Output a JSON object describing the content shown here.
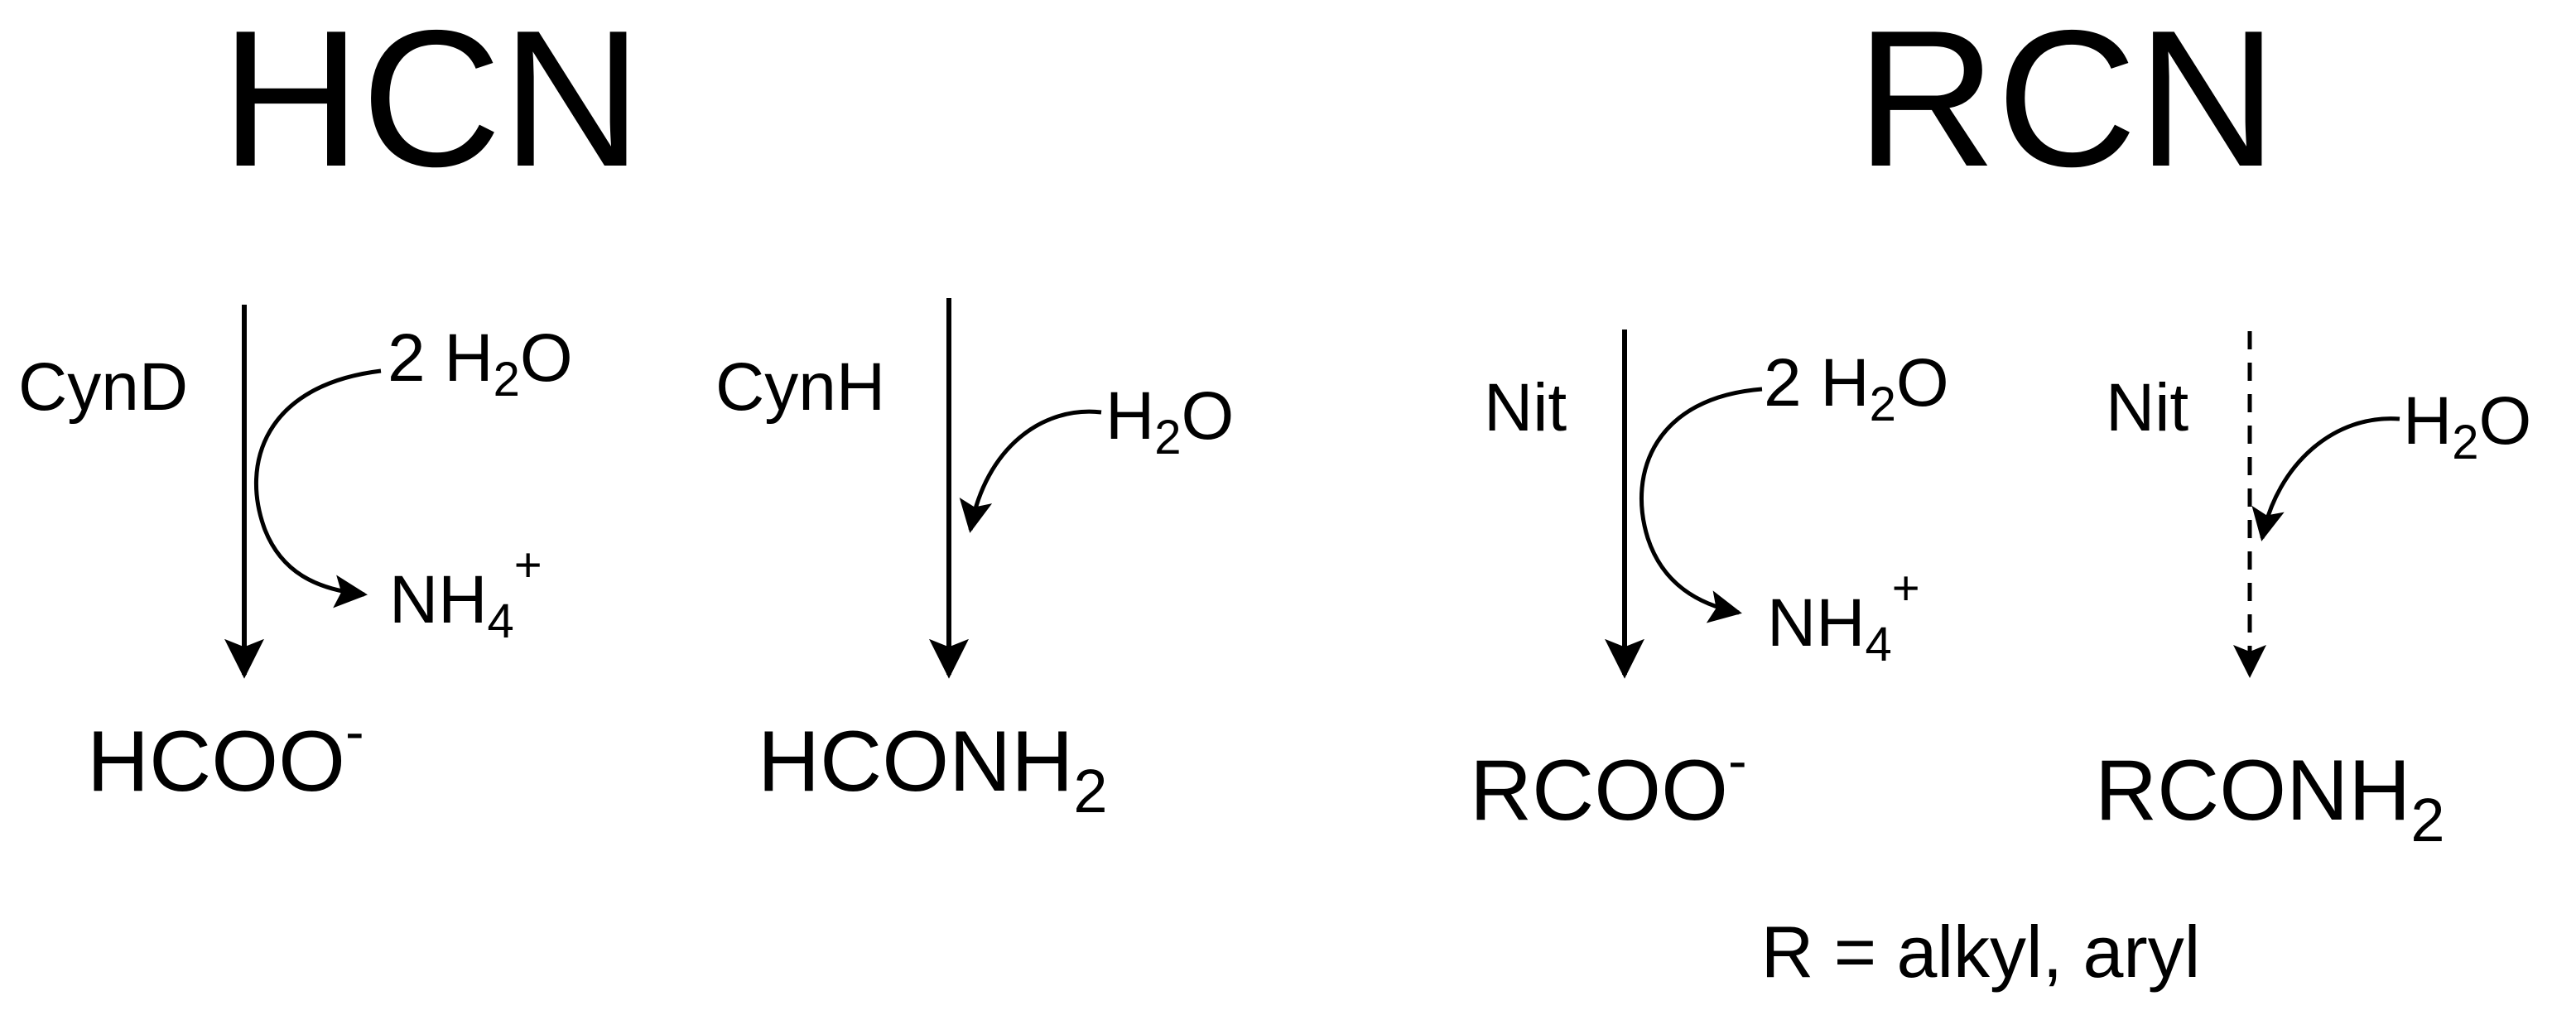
{
  "left": {
    "title": "HCN",
    "path1": {
      "enzyme": "CynD",
      "reagent": {
        "coef": "2 H",
        "sub": "2",
        "tail": "O"
      },
      "byproduct": {
        "main": "NH",
        "sub": "4",
        "sup": "+"
      },
      "product": {
        "main": "HCOO",
        "sup": "-"
      }
    },
    "path2": {
      "enzyme": "CynH",
      "reagent": {
        "main": "H",
        "sub": "2",
        "tail": "O"
      },
      "product": {
        "main": "HCONH",
        "sub": "2"
      }
    }
  },
  "right": {
    "title": "RCN",
    "path1": {
      "enzyme": "Nit",
      "reagent": {
        "coef": "2 H",
        "sub": "2",
        "tail": "O"
      },
      "byproduct": {
        "main": "NH",
        "sub": "4",
        "sup": "+"
      },
      "product": {
        "main": "RCOO",
        "sup": "-"
      }
    },
    "path2": {
      "enzyme": "Nit",
      "reagent": {
        "main": "H",
        "sub": "2",
        "tail": "O"
      },
      "product": {
        "main": "RCONH",
        "sub": "2"
      }
    },
    "note": "R = alkyl, aryl"
  }
}
